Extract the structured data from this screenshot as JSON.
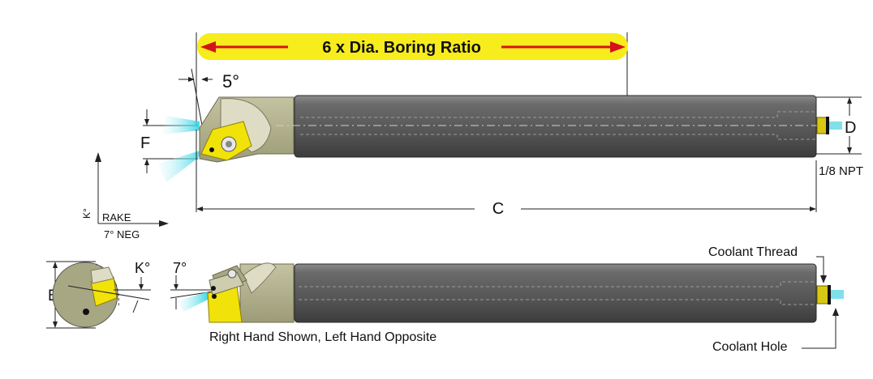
{
  "banner": {
    "text": "6 x Dia. Boring Ratio",
    "fill_color": "#f7ec1c",
    "arrow_color": "#d4141b"
  },
  "side_view": {
    "angle_label": "5°",
    "offset_label": "F",
    "diameter_label": "D",
    "length_label": "C",
    "thread_label": "1/8 NPT"
  },
  "axes": {
    "k_label": "K°",
    "rake_label": "RAKE",
    "neg_label": "7° NEG"
  },
  "bottom_view": {
    "b_label": "B",
    "k_label": "K°",
    "angle_label": "7°",
    "caption": "Right Hand Shown, Left Hand Opposite",
    "coolant_thread_label": "Coolant Thread",
    "coolant_hole_label": "Coolant Hole"
  },
  "colors": {
    "shank_gray": "#616161",
    "head_olive": "#b2b18e",
    "insert_yellow": "#f1e20a",
    "coolant_cyan": "#7fe0ea"
  }
}
